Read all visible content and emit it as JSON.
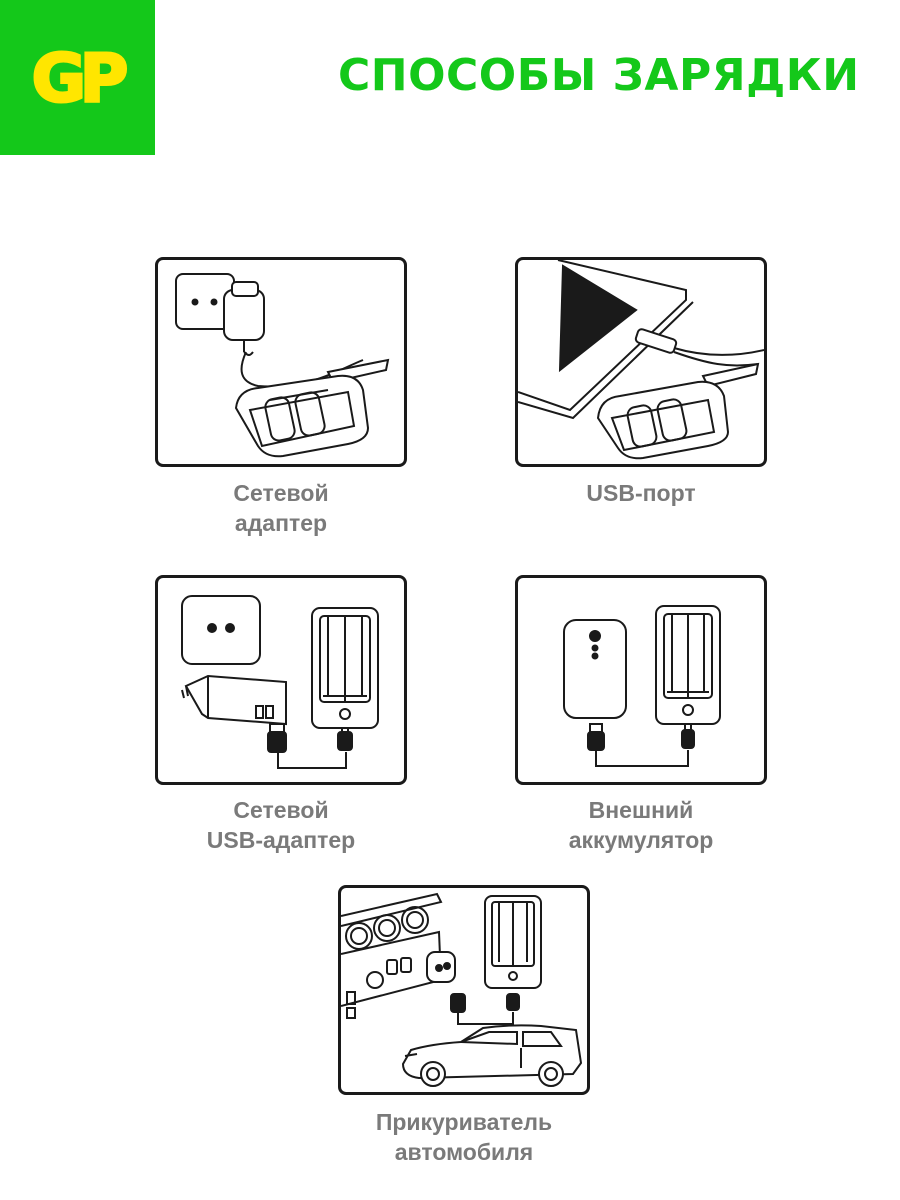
{
  "header": {
    "logo_text": "GP",
    "title": "СПОСОБЫ ЗАРЯДКИ",
    "colors": {
      "brand_green": "#14c81a",
      "logo_yellow": "#ffe600",
      "caption_gray": "#7a7a7a"
    }
  },
  "methods": [
    {
      "icon": "wall-adapter-illustration",
      "caption": [
        "Сетевой",
        "адаптер"
      ]
    },
    {
      "icon": "usb-port-illustration",
      "caption": [
        "USB-порт"
      ]
    },
    {
      "icon": "usb-wall-adapter-illustration",
      "caption": [
        "Сетевой",
        "USB-адаптер"
      ]
    },
    {
      "icon": "power-bank-illustration",
      "caption": [
        "Внешний",
        "аккумулятор"
      ]
    },
    {
      "icon": "car-charger-illustration",
      "caption": [
        "Прикуриватель",
        "автомобиля"
      ]
    }
  ]
}
